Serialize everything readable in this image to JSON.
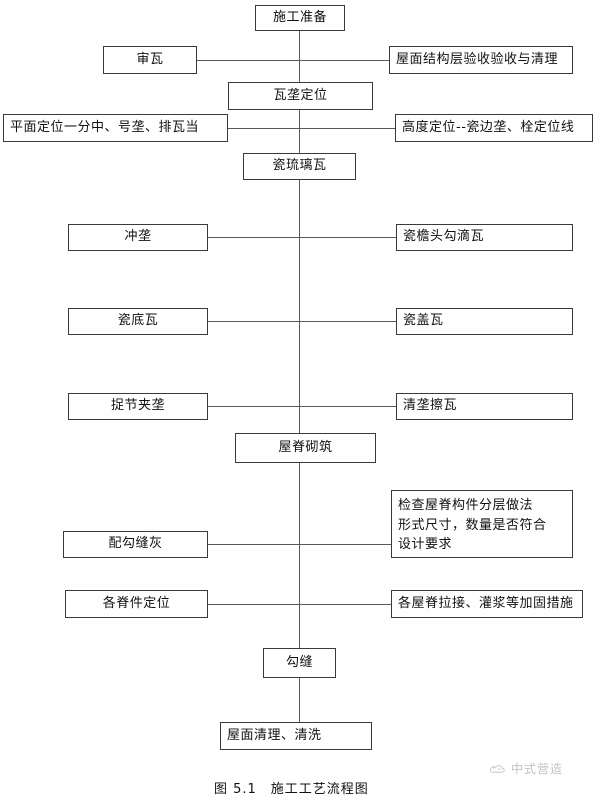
{
  "figure": {
    "caption": "图 5.1　施工工艺流程图",
    "watermark_text": "中式营造",
    "watermark_logo_name": "cloud-bird-logo",
    "border_color": "#3a3a3a",
    "line_color": "#5a5a5a",
    "background": "#ffffff"
  },
  "nodes": [
    {
      "id": "n1",
      "label": "施工准备"
    },
    {
      "id": "n2",
      "label": "审瓦"
    },
    {
      "id": "n3",
      "label": "屋面结构层验收验收与清理"
    },
    {
      "id": "n4",
      "label": "瓦垄定位"
    },
    {
      "id": "n5",
      "label": "平面定位一分中、号垄、排瓦当"
    },
    {
      "id": "n6",
      "label": "高度定位--瓷边垄、栓定位线"
    },
    {
      "id": "n7",
      "label": "瓷琉璃瓦"
    },
    {
      "id": "n8",
      "label": "冲垄"
    },
    {
      "id": "n9",
      "label": "瓷檐头勾滴瓦"
    },
    {
      "id": "n10",
      "label": "瓷底瓦"
    },
    {
      "id": "n11",
      "label": "瓷盖瓦"
    },
    {
      "id": "n12",
      "label": "捉节夹垄"
    },
    {
      "id": "n13",
      "label": "清垄擦瓦"
    },
    {
      "id": "n14",
      "label": "屋脊砌筑"
    },
    {
      "id": "n15",
      "label": "配勾缝灰"
    },
    {
      "id": "n16",
      "label": "检查屋脊构件分层做法\n形式尺寸，数量是否符合\n设计要求"
    },
    {
      "id": "n17",
      "label": "各脊件定位"
    },
    {
      "id": "n18",
      "label": "各屋脊拉接、灌浆等加固措施"
    },
    {
      "id": "n19",
      "label": "勾缝"
    },
    {
      "id": "n20",
      "label": "屋面清理、清洗"
    }
  ],
  "chart_data": {
    "type": "diagram",
    "title": "图 5.1　施工工艺流程图",
    "flow_main": [
      "施工准备",
      "瓦垄定位",
      "瓷琉璃瓦",
      "屋脊砌筑",
      "勾缝",
      "屋面清理、清洗"
    ],
    "side_pairs": [
      {
        "left": "审瓦",
        "right": "屋面结构层验收验收与清理"
      },
      {
        "left": "平面定位一分中、号垄、排瓦当",
        "right": "高度定位--瓷边垄、栓定位线"
      },
      {
        "left": "冲垄",
        "right": "瓷檐头勾滴瓦"
      },
      {
        "left": "瓷底瓦",
        "right": "瓷盖瓦"
      },
      {
        "left": "捉节夹垄",
        "right": "清垄擦瓦"
      },
      {
        "left": "配勾缝灰",
        "right": "检查屋脊构件分层做法 形式尺寸，数量是否符合 设计要求"
      },
      {
        "left": "各脊件定位",
        "right": "各屋脊拉接、灌浆等加固措施"
      }
    ]
  }
}
